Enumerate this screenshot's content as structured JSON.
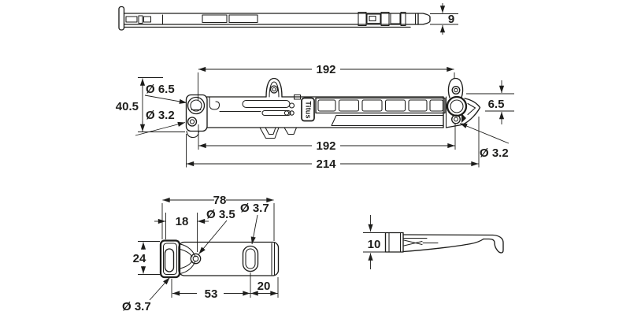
{
  "drawing": {
    "title": "soft-close damper dimension drawing",
    "brand": "Titus",
    "colors": {
      "line": "#1d1d1b",
      "background": "#ffffff"
    },
    "dims": {
      "profile_height": "9",
      "front_top_length": "192",
      "front_height": "40.5",
      "front_hole_large": "Ø 6.5",
      "front_hole_small_left": "Ø 3.2",
      "front_edge_offset": "6.5",
      "front_hole_small_right": "Ø 3.2",
      "front_bottom_length": "192",
      "front_overall_length": "214",
      "adapter_width": "78",
      "adapter_left_offset": "18",
      "adapter_hole": "Ø 3.5",
      "adapter_slot": "Ø 3.7",
      "adapter_height": "24",
      "adapter_span": "53",
      "adapter_slot_offset": "20",
      "adapter_bracket_hole": "Ø 3.7",
      "adapter_side_height": "10"
    }
  }
}
